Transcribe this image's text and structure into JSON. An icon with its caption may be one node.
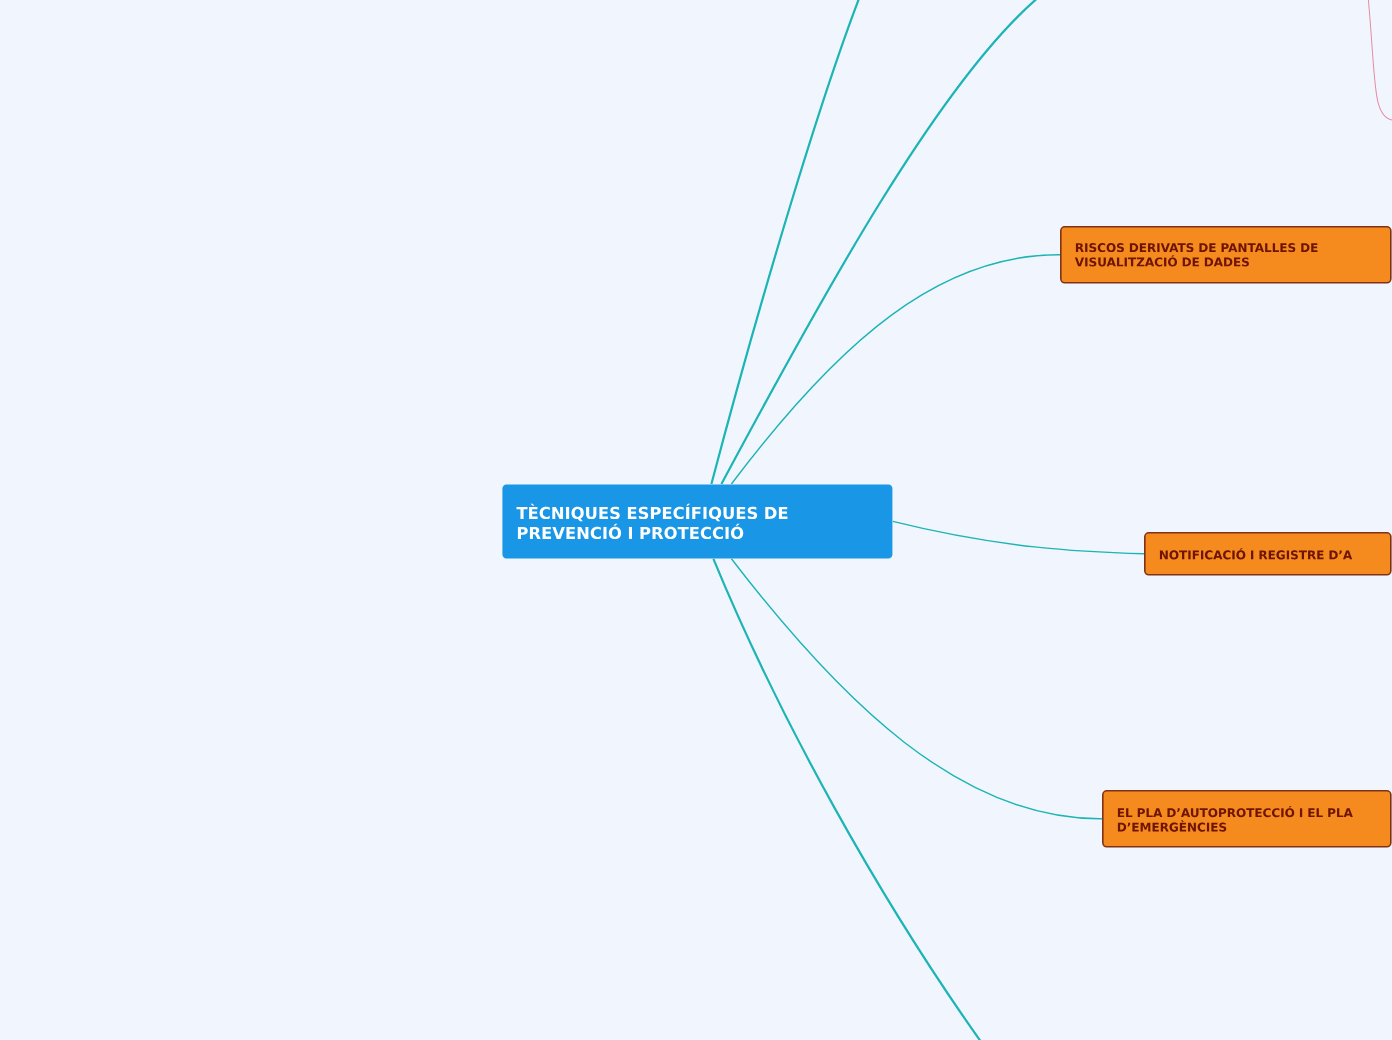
{
  "diagram": {
    "nodes": [
      {
        "text": [
          "TÈCNIQUES ESPECÍFIQUES DE PREVENCIÓ I PROTECCIÓ"
        ]
      },
      {
        "text": [
          "RISCOS DERIVATS DE PANTALLES DE VISUALITZACIÓ DE DADES"
        ]
      },
      {
        "text": [
          "NOTIFICACIÓ I REGISTRE D’A"
        ]
      },
      {
        "text": [
          "EL PLA D’AUTOPROTECCIÓ I EL PLA D’EMERGÈNCIES"
        ]
      }
    ],
    "edges": [
      {
        "from": 0,
        "to": null,
        "arrow": "none"
      },
      {
        "from": 0,
        "to": null,
        "arrow": "none"
      },
      {
        "from": 0,
        "to": 1,
        "arrow": "none"
      },
      {
        "from": 0,
        "to": 2,
        "arrow": "none"
      },
      {
        "from": 0,
        "to": 3,
        "arrow": "none"
      },
      {
        "from": 0,
        "to": null,
        "arrow": "none"
      }
    ]
  }
}
